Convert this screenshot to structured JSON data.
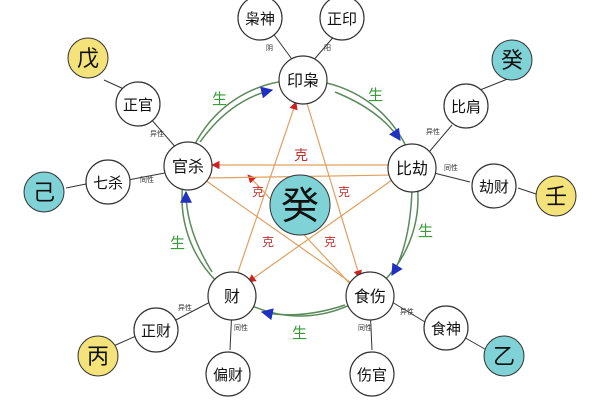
{
  "center": {
    "label": "癸",
    "color": "#7fd3d6"
  },
  "main_nodes": {
    "yin_xiao": "印枭",
    "bi_jie": "比劫",
    "shi_shang": "食伤",
    "cai": "财",
    "guan_sha": "官杀"
  },
  "sub_nodes": {
    "xiao_shen": "枭神",
    "zheng_yin": "正印",
    "bi_jian": "比肩",
    "jie_cai": "劫财",
    "shi_shen": "食神",
    "shang_guan": "伤官",
    "zheng_cai": "正财",
    "pian_cai": "偏财",
    "zheng_guan": "正官",
    "qi_sha": "七杀"
  },
  "stems": {
    "wu": {
      "label": "戊",
      "color": "#f4e27a"
    },
    "ji": {
      "label": "己",
      "color": "#7fd3d6"
    },
    "gui": {
      "label": "癸",
      "color": "#7fd3d6"
    },
    "ren": {
      "label": "壬",
      "color": "#f4e27a"
    },
    "bing": {
      "label": "丙",
      "color": "#f4e27a"
    },
    "yi": {
      "label": "乙",
      "color": "#7fd3d6"
    }
  },
  "cycle_labels": {
    "sheng_top_left": "生",
    "sheng_top_right": "生",
    "sheng_right": "生",
    "sheng_left": "生",
    "sheng_bottom": "生",
    "ke": "克"
  },
  "connector_labels": {
    "yin_left": "阴",
    "yang_right": "阳",
    "pair_a": "异性",
    "pair_b": "同性"
  },
  "colors": {
    "ring": "#5a8a5a",
    "ke_line": "#e0a060",
    "arrow_red": "#d02020",
    "arrow_blue": "#2030c0",
    "sheng_text": "#3a9a3a",
    "ke_text": "#c03030"
  }
}
